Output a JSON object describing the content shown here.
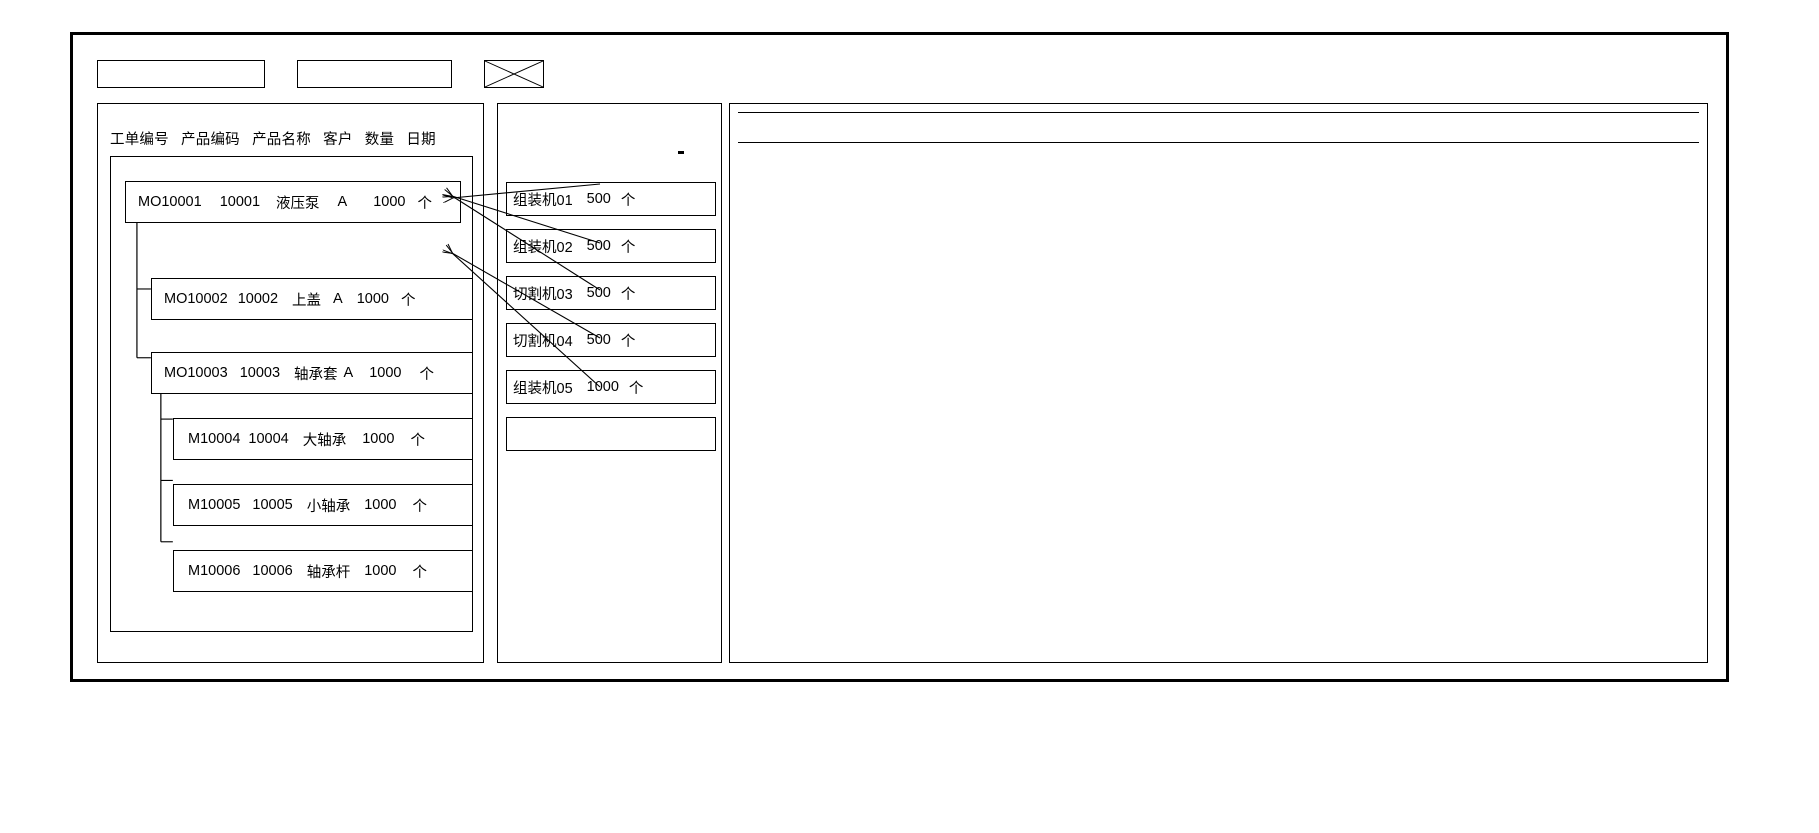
{
  "window": {
    "title": ""
  },
  "toolbar": {
    "field_1_value": "",
    "field_2_value": "",
    "image_placeholder_name": "image-placeholder-icon"
  },
  "left_panel": {
    "name": "work-order-tree-panel",
    "columns": [
      "工单编号",
      "产品编码",
      "产品名称",
      "客户",
      "数量",
      "日期"
    ],
    "rows": [
      {
        "id": "row-mo10001",
        "level": 0,
        "order_no": "MO10001",
        "product_code": "10001",
        "product_name": "液压泵",
        "customer": "A",
        "quantity": "1000",
        "unit": "个"
      },
      {
        "id": "row-mo10002",
        "level": 1,
        "order_no": "MO10002",
        "product_code": "10002",
        "product_name": "上盖",
        "customer": "A",
        "quantity": "1000",
        "unit": "个"
      },
      {
        "id": "row-mo10003",
        "level": 1,
        "order_no": "MO10003",
        "product_code": "10003",
        "product_name": "轴承套",
        "customer": "A",
        "quantity": "1000",
        "unit": "个"
      },
      {
        "id": "row-m10004",
        "level": 2,
        "order_no": "M10004",
        "product_code": "10004",
        "product_name": "大轴承",
        "customer": "",
        "quantity": "1000",
        "unit": "个"
      },
      {
        "id": "row-m10005",
        "level": 2,
        "order_no": "M10005",
        "product_code": "10005",
        "product_name": "小轴承",
        "customer": "",
        "quantity": "1000",
        "unit": "个"
      },
      {
        "id": "row-m10006",
        "level": 2,
        "order_no": "M10006",
        "product_code": "10006",
        "product_name": "轴承杆",
        "customer": "",
        "quantity": "1000",
        "unit": "个"
      }
    ]
  },
  "mid_panel": {
    "name": "machine-operation-panel",
    "cards": [
      {
        "id": "card-zzj01",
        "machine": "组装机01",
        "quantity": "500",
        "unit": "个"
      },
      {
        "id": "card-zzj02",
        "machine": "组装机02",
        "quantity": "500",
        "unit": "个"
      },
      {
        "id": "card-qgj03",
        "machine": "切割机03",
        "quantity": "500",
        "unit": "个"
      },
      {
        "id": "card-qgj04",
        "machine": "切割机04",
        "quantity": "500",
        "unit": "个"
      },
      {
        "id": "card-zzj05",
        "machine": "组装机05",
        "quantity": "1000",
        "unit": "个"
      },
      {
        "id": "card-empty",
        "machine": "",
        "quantity": "",
        "unit": ""
      }
    ]
  },
  "right_panel": {
    "name": "detail-panel",
    "header_text": "",
    "body_text": ""
  },
  "colors": {
    "stroke": "#000000",
    "background": "#ffffff"
  }
}
